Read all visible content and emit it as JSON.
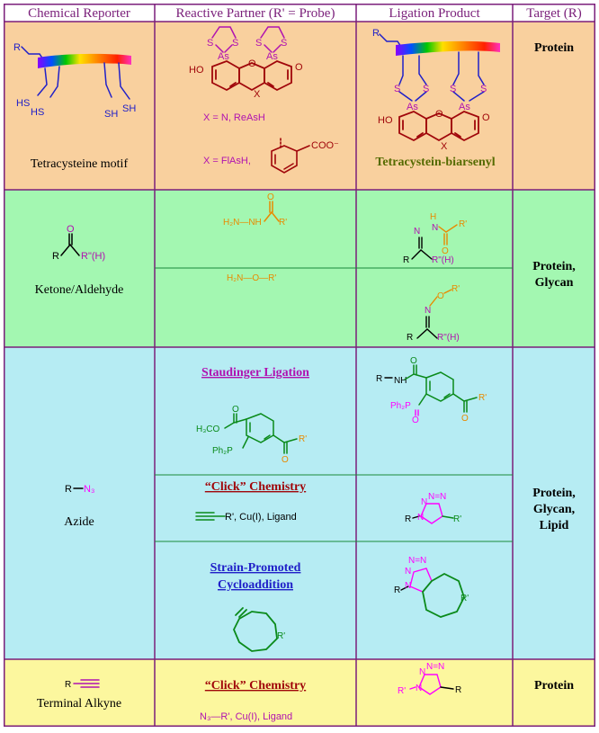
{
  "headers": {
    "reporter": "Chemical Reporter",
    "partner": "Reactive Partner (R' = Probe)",
    "product": "Ligation Product",
    "target": "Target (R)"
  },
  "row_tetracysteine": {
    "reporter_label": "Tetracysteine motif",
    "x_reash": "X = N, ReAsH",
    "x_flash": "X =  FlAsH,",
    "product_label": "Tetracystein-biarsenyl",
    "target": "Protein"
  },
  "row_ketone": {
    "reporter_label": "Ketone/Aldehyde",
    "target_line1": "Protein,",
    "target_line2": "Glycan"
  },
  "row_azide": {
    "reporter_label": "Azide",
    "staudinger_title": "Staudinger Ligation",
    "click_title": "“Click” Chemistry",
    "click_reagents": "R', Cu(I), Ligand",
    "strain_title_line1": "Strain-Promoted",
    "strain_title_line2": "Cycloaddition",
    "target_line1": "Protein,",
    "target_line2": "Glycan,",
    "target_line3": "Lipid"
  },
  "row_alkyne": {
    "reporter_label": "Terminal  Alkyne",
    "click_title": "“Click” Chemistry",
    "click_reagents": "N₃—R', Cu(I), Ligand",
    "target": "Protein"
  },
  "atoms": {
    "R": "R",
    "Rp": "R'",
    "RppH": "R\"(H)",
    "O": "O",
    "N": "N",
    "H": "H",
    "S": "S",
    "As": "As",
    "X": "X",
    "HO": "HO",
    "SH": "SH",
    "HS": "HS",
    "N3": "N₃",
    "H2N_NH": "H₂N—NH",
    "H2N_O": "H₂N—O—R'",
    "COO": "COO⁻",
    "H3CO": "H₃CO",
    "Ph2P": "Ph₂P",
    "NH": "NH",
    "NNN": "N=N"
  },
  "colors": {
    "tetracysteine_bg": "#f9d09e",
    "ketone_bg": "#a3f7b1",
    "azide_bg": "#b6ecf3",
    "alkyne_bg": "#fcf79e",
    "border": "#7b1f7b",
    "inner_line": "#1a8a3a",
    "purple": "#b012b0",
    "orange": "#e88a00",
    "blue": "#2020c8",
    "green": "#0a8a1a",
    "darkred": "#a0060a",
    "olive": "#556b00",
    "magenta": "#ff00ff"
  }
}
